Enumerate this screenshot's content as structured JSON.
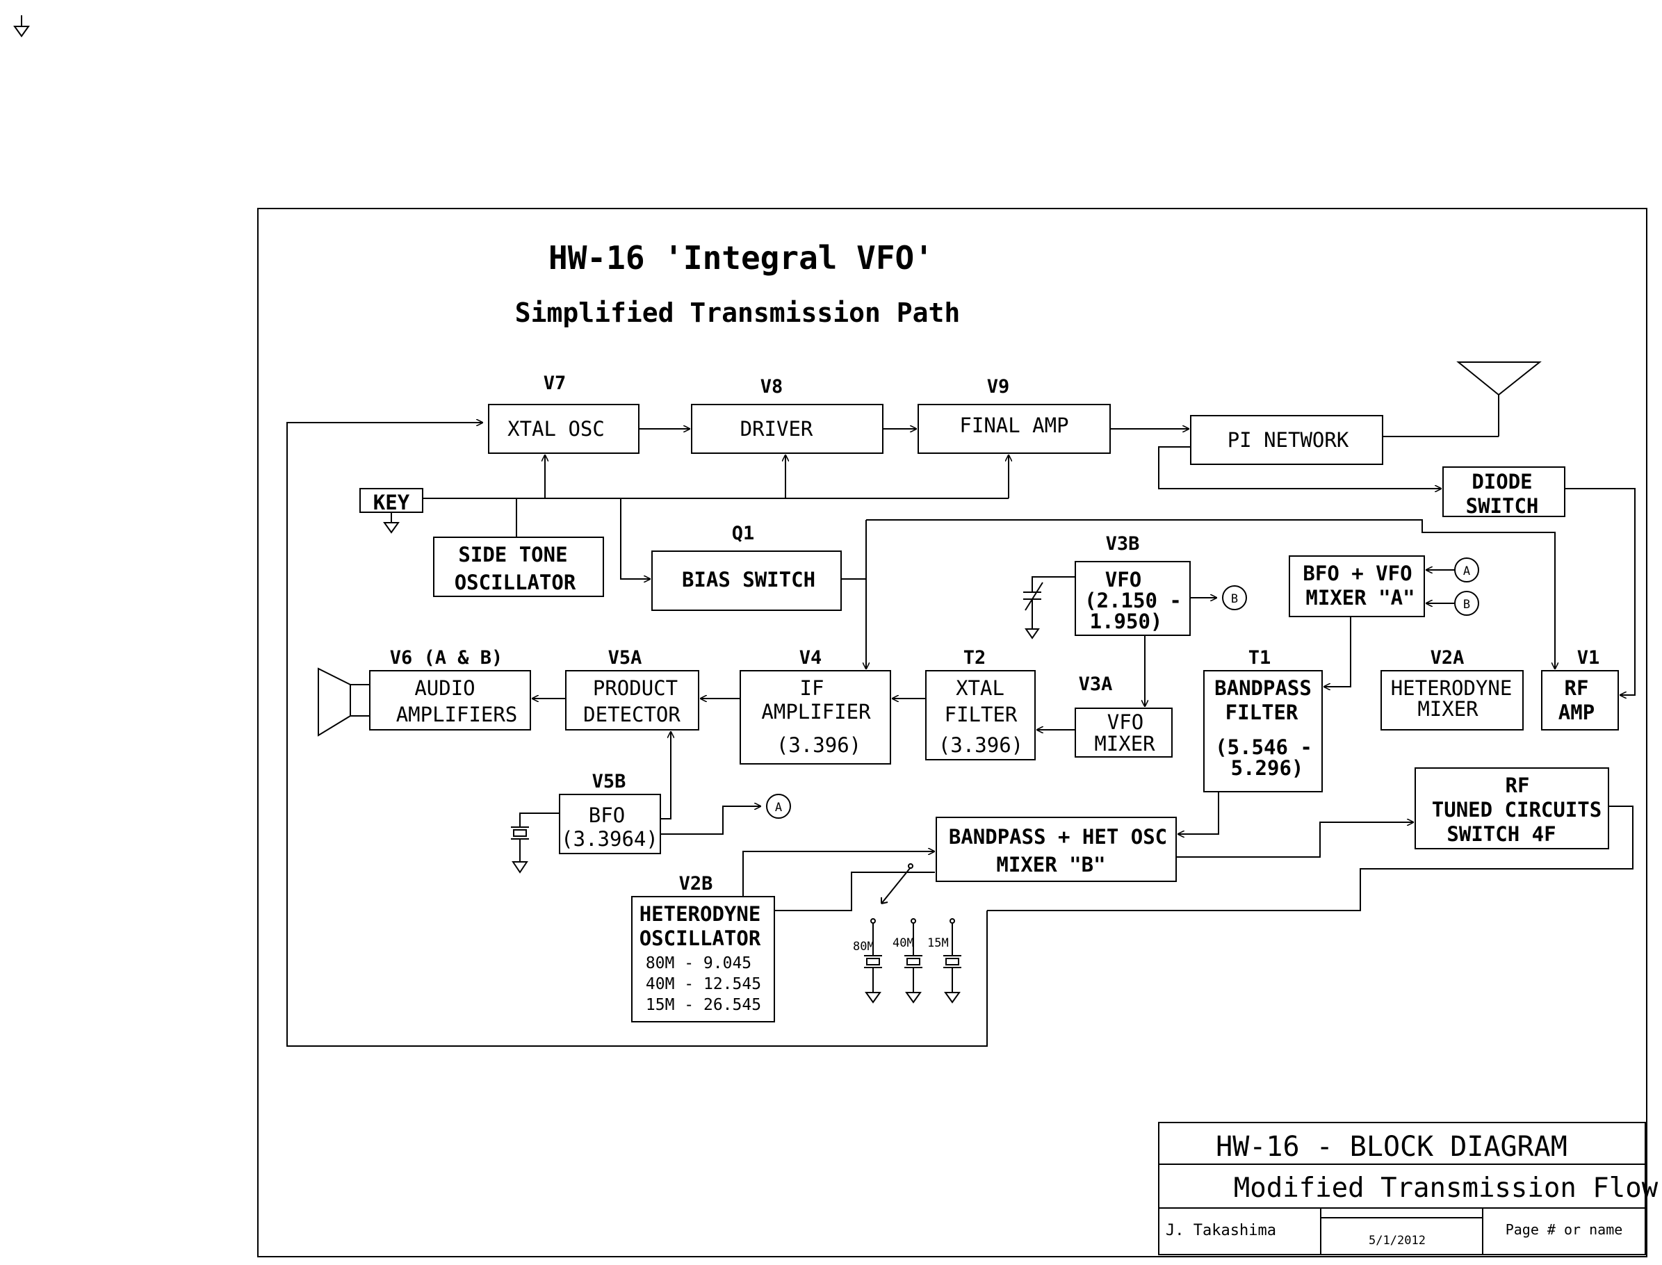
{
  "titles": {
    "main": "HW-16 'Integral VFO'",
    "sub": "Simplified Transmission Path"
  },
  "tubes": {
    "v7": "V7",
    "v8": "V8",
    "v9": "V9",
    "q1": "Q1",
    "v3b": "V3B",
    "v3a": "V3A",
    "v6": "V6 (A & B)",
    "v5a": "V5A",
    "v4": "V4",
    "t2": "T2",
    "t1": "T1",
    "v2a": "V2A",
    "v1": "V1",
    "v5b": "V5B",
    "v2b": "V2B"
  },
  "blocks": {
    "xtal_osc": "XTAL OSC",
    "driver": "DRIVER",
    "final_amp": "FINAL AMP",
    "pi_network": "PI NETWORK",
    "diode_switch": [
      "DIODE",
      "SWITCH"
    ],
    "key": "KEY",
    "side_tone": [
      "SIDE TONE",
      "OSCILLATOR"
    ],
    "bias_switch": "BIAS SWITCH",
    "vfo": [
      "VFO",
      "(2.150 -",
      "1.950)"
    ],
    "bfo_vfo_mixer": [
      "BFO + VFO",
      "MIXER \"A\""
    ],
    "audio_amplifiers": [
      "AUDIO",
      "AMPLIFIERS"
    ],
    "product_detector": [
      "PRODUCT",
      "DETECTOR"
    ],
    "if_amplifier": [
      "IF",
      "AMPLIFIER",
      "(3.396)"
    ],
    "xtal_filter": [
      "XTAL",
      "FILTER",
      "(3.396)"
    ],
    "vfo_mixer": [
      "VFO",
      "MIXER"
    ],
    "bandpass_filter": [
      "BANDPASS",
      "FILTER",
      "(5.546 -",
      "5.296)"
    ],
    "heterodyne_mixer": [
      "HETERODYNE",
      "MIXER"
    ],
    "rf_amp": [
      "RF",
      "AMP"
    ],
    "bfo": [
      "BFO",
      "(3.3964)"
    ],
    "bandpass_het_osc_mixer": [
      "BANDPASS + HET OSC",
      "MIXER \"B\""
    ],
    "rf_tuned_circuits": [
      "RF",
      "TUNED CIRCUITS",
      "SWITCH 4F"
    ],
    "heterodyne_oscillator": [
      "HETERODYNE",
      "OSCILLATOR",
      "80M - 9.045",
      "40M - 12.545",
      "15M - 26.545"
    ]
  },
  "connectors": {
    "a": "A",
    "b": "B"
  },
  "crystals": [
    "80M",
    "40M",
    "15M"
  ],
  "title_block": {
    "heading": "HW-16 - BLOCK DIAGRAM",
    "subheading": "Modified Transmission Flow",
    "author": "J. Takashima",
    "date": "5/1/2012",
    "page": "Page # or name"
  }
}
